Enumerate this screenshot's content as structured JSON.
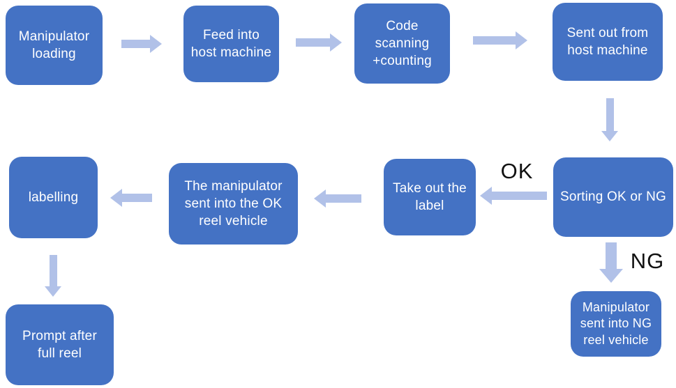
{
  "diagram": {
    "type": "flowchart",
    "colors": {
      "node_fill": "#4472C4",
      "node_text": "#FFFFFF",
      "arrow_fill": "#B1C1E8",
      "edge_label_text": "#111111",
      "background": "#FFFFFF"
    },
    "nodes": [
      {
        "id": "manipulator-loading",
        "label": "Manipulator\nloading"
      },
      {
        "id": "feed-into-host-machine",
        "label": "Feed into\nhost machine"
      },
      {
        "id": "code-scanning-counting",
        "label": "Code\nscanning\n+counting"
      },
      {
        "id": "sent-out-from-host-machine",
        "label": "Sent out from\nhost machine"
      },
      {
        "id": "sorting-ok-or-ng",
        "label": "Sorting OK or NG"
      },
      {
        "id": "take-out-the-label",
        "label": "Take out the\nlabel"
      },
      {
        "id": "manipulator-into-ok-reel",
        "label": "The manipulator\nsent into the OK\nreel vehicle"
      },
      {
        "id": "labelling",
        "label": "labelling"
      },
      {
        "id": "prompt-after-full-reel",
        "label": "Prompt after\nfull reel"
      },
      {
        "id": "manipulator-into-ng-reel",
        "label": "Manipulator\nsent into NG\nreel vehicle"
      }
    ],
    "edges": [
      {
        "from": "manipulator-loading",
        "to": "feed-into-host-machine",
        "label": ""
      },
      {
        "from": "feed-into-host-machine",
        "to": "code-scanning-counting",
        "label": ""
      },
      {
        "from": "code-scanning-counting",
        "to": "sent-out-from-host-machine",
        "label": ""
      },
      {
        "from": "sent-out-from-host-machine",
        "to": "sorting-ok-or-ng",
        "label": ""
      },
      {
        "from": "sorting-ok-or-ng",
        "to": "take-out-the-label",
        "label": "OK"
      },
      {
        "from": "take-out-the-label",
        "to": "manipulator-into-ok-reel",
        "label": ""
      },
      {
        "from": "manipulator-into-ok-reel",
        "to": "labelling",
        "label": ""
      },
      {
        "from": "labelling",
        "to": "prompt-after-full-reel",
        "label": ""
      },
      {
        "from": "sorting-ok-or-ng",
        "to": "manipulator-into-ng-reel",
        "label": "NG"
      }
    ]
  }
}
